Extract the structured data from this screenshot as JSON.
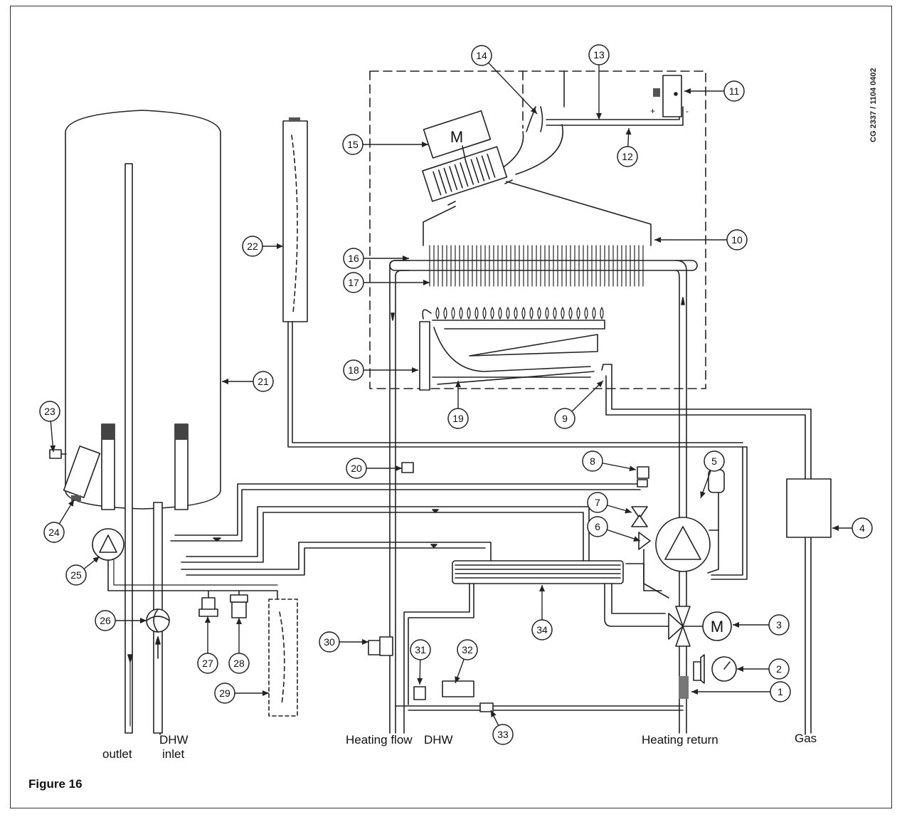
{
  "figure_caption": "Figure 16",
  "reference_code": "CG 2337 / 1104 0402",
  "connection_labels": {
    "outlet": "outlet",
    "dhw": "DHW",
    "inlet": "inlet",
    "heating_flow": "Heating flow",
    "heating_flow_dhw": "DHW",
    "heating_return": "Heating return",
    "gas": "Gas"
  },
  "motor_symbol": "M",
  "polarity": {
    "plus": "+",
    "minus": "-"
  },
  "callouts": [
    "1",
    "2",
    "3",
    "4",
    "5",
    "6",
    "7",
    "8",
    "9",
    "10",
    "11",
    "12",
    "13",
    "14",
    "15",
    "16",
    "17",
    "18",
    "19",
    "20",
    "21",
    "22",
    "23",
    "24",
    "25",
    "26",
    "27",
    "28",
    "29",
    "30",
    "31",
    "32",
    "33",
    "34"
  ]
}
